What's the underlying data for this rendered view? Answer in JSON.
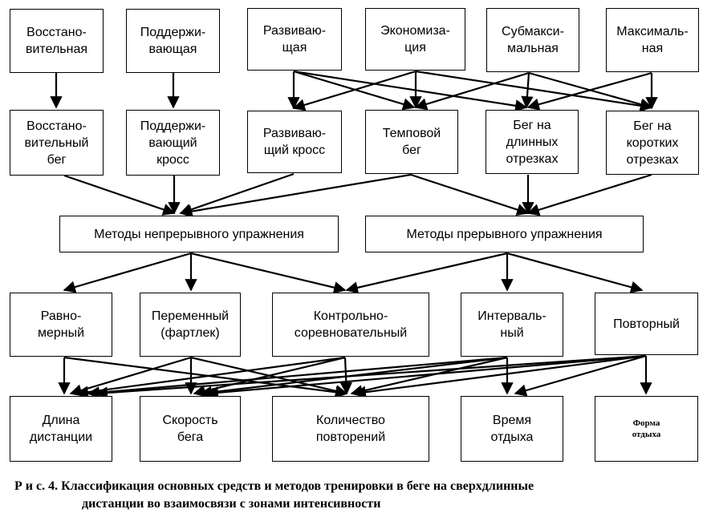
{
  "zones": [
    "Восстано-\nвительная",
    "Поддержи-\nвающая",
    "Развиваю-\nщая",
    "Экономиза-\nция",
    "Субмакси-\nмальная",
    "Максималь-\nная"
  ],
  "means": [
    "Восстано-\nвительный\nбег",
    "Поддержи-\nвающий\nкросс",
    "Развиваю-\nщий кросс",
    "Темповой\nбег",
    "Бег на\nдлинных\nотрезках",
    "Бег на\nкоротких\nотрезках"
  ],
  "method_groups": [
    "Методы непрерывного упражнения",
    "Методы прерывного упражнения"
  ],
  "methods": [
    "Равно-\nмерный",
    "Переменный\n(фартлек)",
    "Контрольно-\nсоревновательный",
    "Интерваль-\nный",
    "Повторный"
  ],
  "parameters": [
    "Длина\nдистанции",
    "Скорость\nбега",
    "Количество\nповторений",
    "Время\nотдыха",
    "Форма\nотдыха"
  ],
  "caption": {
    "line1": "Р и с. 4.  Классификация основных средств и методов тренировки в беге на сверхдлинные",
    "line2": "дистанции во взаимосвязи с зонами интенсивности"
  }
}
